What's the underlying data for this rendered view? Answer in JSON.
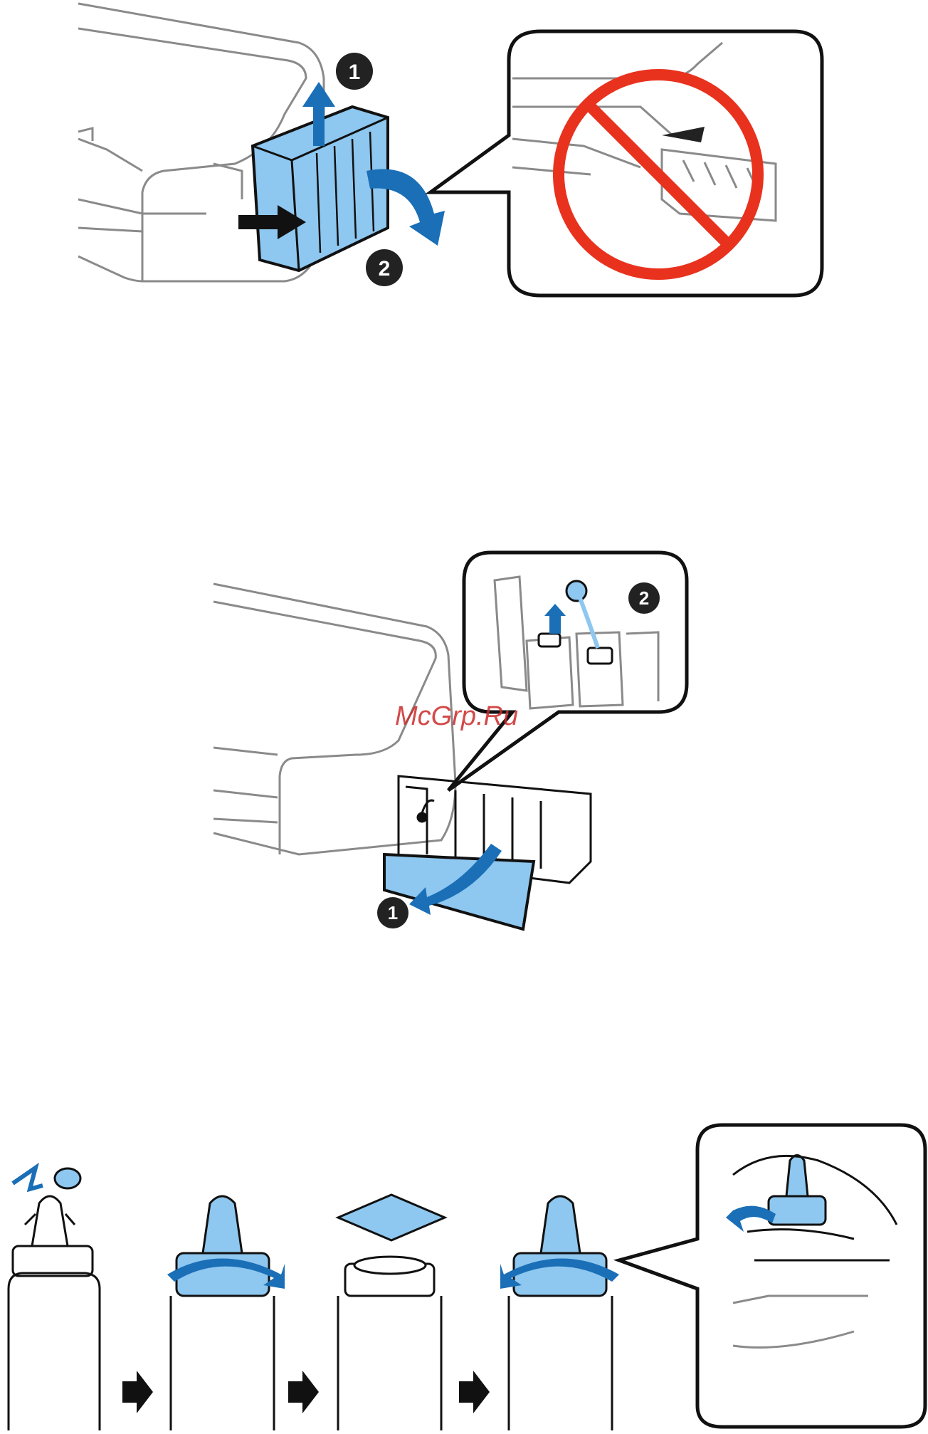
{
  "watermark": "McGrp.Ru",
  "colors": {
    "ink_blue": "#8ec7ef",
    "arrow_blue": "#1a6fb7",
    "outline_gray": "#8a8a8a",
    "prohibit_red": "#e8321e",
    "badge_black": "#222222"
  },
  "figure1": {
    "badges": [
      "1",
      "2"
    ],
    "icons": [
      "printer",
      "ink-tank-unit",
      "up-arrow",
      "pull-arrow",
      "rotate-arrow",
      "prohibited-sign"
    ]
  },
  "figure2": {
    "badges": [
      "1",
      "2"
    ],
    "icons": [
      "printer",
      "ink-tank-unit",
      "open-cover-arrow",
      "cap-lift-arrow"
    ]
  },
  "figure3": {
    "steps": 4,
    "icons": [
      "bottle-snap",
      "bottle-twist-cap",
      "bottle-seal",
      "bottle-close-cap",
      "step-arrow",
      "hand-twist"
    ]
  }
}
